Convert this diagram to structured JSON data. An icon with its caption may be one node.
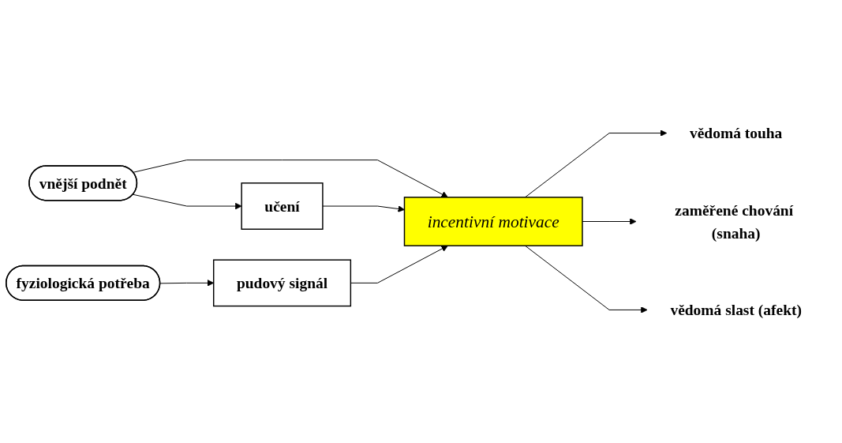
{
  "diagram": {
    "nodes": [
      {
        "text": [
          "učení"
        ]
      },
      {
        "text": [
          "vnější podnět"
        ]
      },
      {
        "text": [
          "incentivní motivace"
        ]
      },
      {
        "text": [
          "vědomá touha"
        ]
      },
      {
        "text": [
          "zaměřené chování (snaha)"
        ]
      },
      {
        "text": [
          "vědomá slast (afekt)"
        ]
      },
      {
        "text": [
          "fyziologická potřeba"
        ]
      },
      {
        "text": [
          "pudový signál"
        ]
      }
    ],
    "edges": [
      {
        "from": 1,
        "to": 0,
        "arrow": "to"
      },
      {
        "from": 1,
        "to": 2,
        "arrow": "to"
      },
      {
        "from": 0,
        "to": 2,
        "arrow": "to"
      },
      {
        "from": 6,
        "to": 7,
        "arrow": "to"
      },
      {
        "from": 7,
        "to": 2,
        "arrow": "to"
      },
      {
        "from": 2,
        "to": 3,
        "arrow": "to"
      },
      {
        "from": 2,
        "to": 4,
        "arrow": "to"
      },
      {
        "from": 2,
        "to": 5,
        "arrow": "to"
      }
    ]
  }
}
